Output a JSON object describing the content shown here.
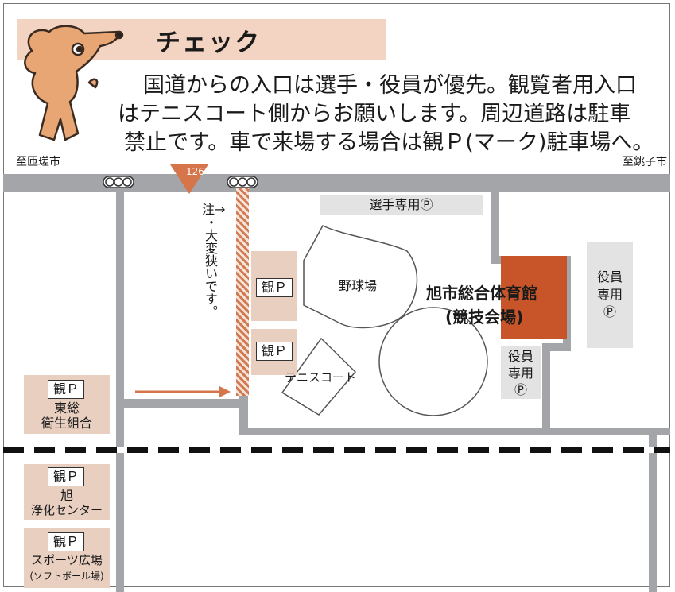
{
  "header": {
    "title": "チェック",
    "lines": [
      "国道からの入口は選手・役員が優先。観覧者用入口",
      "はテニスコート側からお願いします。周辺道路は駐車",
      "禁止です。車で来場する場合は観Ｐ(マーク)駐車場へ。"
    ]
  },
  "cities": {
    "left": "至匝瑳市",
    "right": "至銚子市"
  },
  "route": {
    "number": "126"
  },
  "narrow_road": {
    "arrow": "注→",
    "text": "・大変狭いです。"
  },
  "parking": {
    "athlete": "選手専用Ⓟ",
    "kan_p": "観Ｐ",
    "staff_main": [
      "役員",
      "専用",
      "Ⓟ"
    ],
    "staff_small": [
      "役員",
      "専用",
      "Ⓟ"
    ],
    "tosou": [
      "東総",
      "衛生組合"
    ],
    "asahi": [
      "旭",
      "浄化センター"
    ],
    "sports": [
      "スポーツ広場",
      "(ソフトボール場)"
    ]
  },
  "facilities": {
    "baseball": "野球場",
    "tennis": "テニスコート",
    "gym": [
      "旭市総合体育館",
      "(競技会場)"
    ]
  },
  "colors": {
    "road": "#a3a5a8",
    "accent": "#c8552a",
    "title_band": "#f3d3c1",
    "lot": "#e8cfc0",
    "staff_area": "#e3e3e3",
    "route_marker": "#d6744a"
  }
}
